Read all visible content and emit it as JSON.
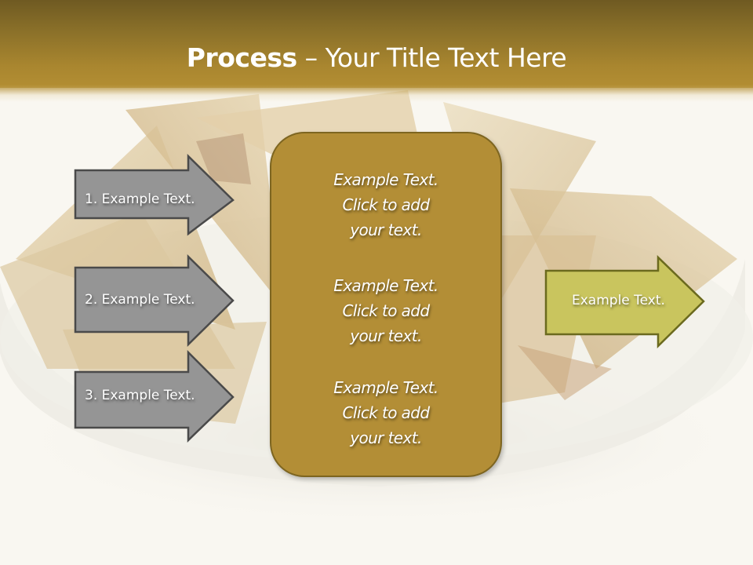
{
  "slide": {
    "title_bold": "Process",
    "title_rest": " – Your Title Text Here"
  },
  "left_arrows": [
    {
      "label": "1. Example Text."
    },
    {
      "label": "2. Example Text."
    },
    {
      "label": "3. Example Text."
    }
  ],
  "center_box": {
    "blocks": [
      {
        "line1": "Example Text.",
        "line2": "Click  to add",
        "line3": "your text."
      },
      {
        "line1": "Example Text.",
        "line2": "Click  to add",
        "line3": "your text."
      },
      {
        "line1": "Example Text.",
        "line2": "Click  to add",
        "line3": "your text."
      }
    ]
  },
  "right_arrow": {
    "label": "Example Text."
  },
  "colors": {
    "header_top": "#6f5a22",
    "header_bottom": "#b38e33",
    "left_arrow_fill": "#959595",
    "left_arrow_stroke": "#4a4a4a",
    "center_fill": "#b38e36",
    "center_stroke": "#7d6520",
    "right_arrow_fill": "#c9c55e",
    "right_arrow_stroke": "#6b6a1e"
  }
}
